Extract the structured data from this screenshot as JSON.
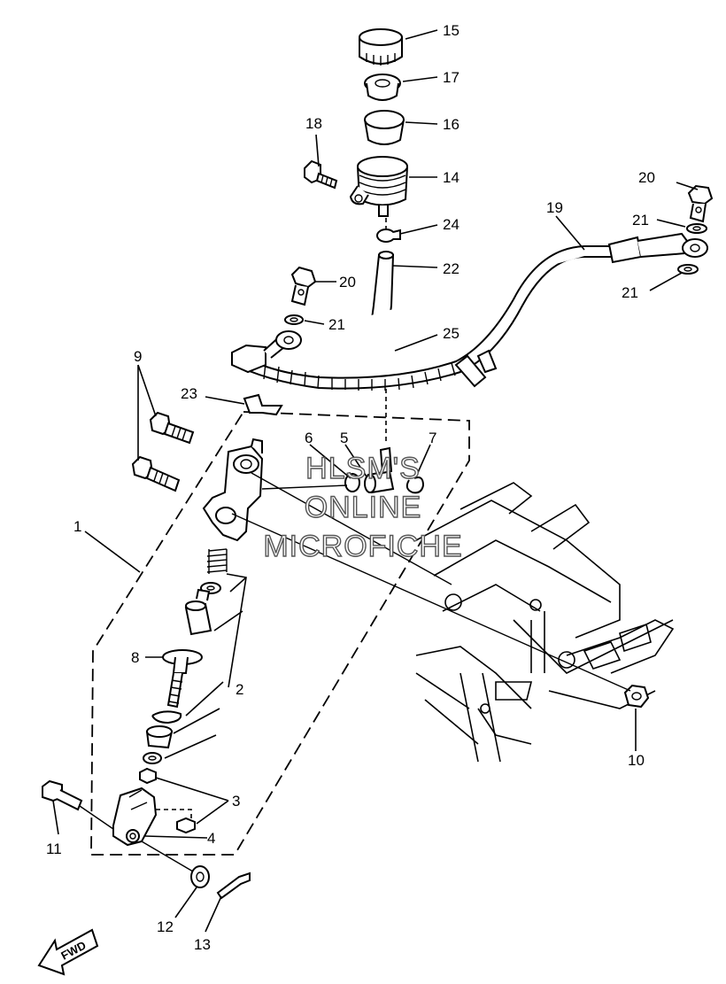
{
  "callouts": {
    "c1": "1",
    "c2": "2",
    "c3": "3",
    "c4": "4",
    "c5": "5",
    "c6": "6",
    "c7": "7",
    "c8": "8",
    "c9": "9",
    "c10": "10",
    "c11": "11",
    "c12": "12",
    "c13": "13",
    "c14": "14",
    "c15": "15",
    "c16": "16",
    "c17": "17",
    "c18": "18",
    "c19": "19",
    "c20a": "20",
    "c20b": "20",
    "c21a": "21",
    "c21b": "21",
    "c21c": "21",
    "c22": "22",
    "c23": "23",
    "c24": "24",
    "c25": "25"
  },
  "watermark": {
    "line1": "HLSM'S",
    "line2": "ONLINE",
    "line3": "MICROFICHE"
  },
  "direction_badge": {
    "label": "FWD",
    "icon": "fwd-arrow-icon"
  }
}
